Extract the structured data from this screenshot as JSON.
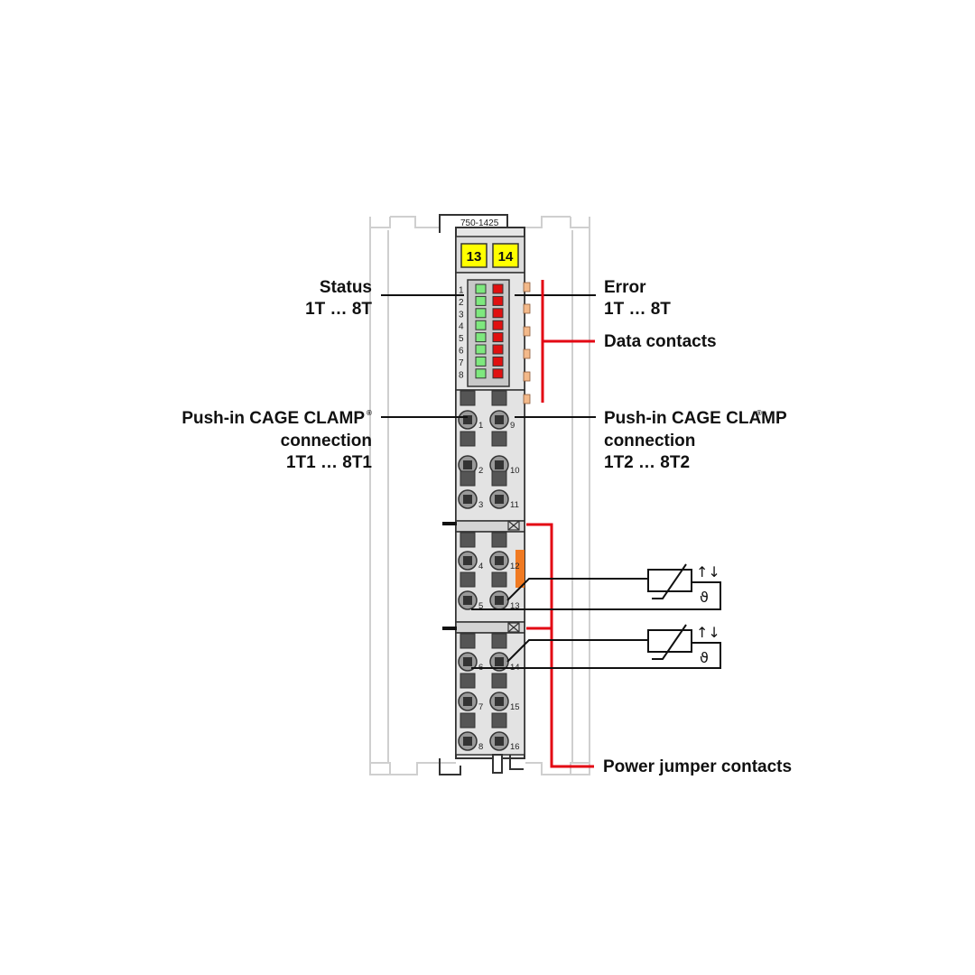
{
  "module": {
    "model": "750-1425",
    "markers": [
      "13",
      "14"
    ]
  },
  "leds": {
    "numbers": [
      "1",
      "2",
      "3",
      "4",
      "5",
      "6",
      "7",
      "8"
    ],
    "status_color": "#7ee87e",
    "error_color": "#e01010"
  },
  "terminals": {
    "left": [
      "1",
      "2",
      "3",
      "4",
      "5",
      "6",
      "7",
      "8"
    ],
    "right": [
      "9",
      "10",
      "11",
      "12",
      "13",
      "14",
      "15",
      "16"
    ]
  },
  "callouts": {
    "status": {
      "line1": "Status",
      "line2": "1T … 8T"
    },
    "error": {
      "line1": "Error",
      "line2": "1T … 8T"
    },
    "data_contacts": "Data contacts",
    "push_in_left": {
      "line1": "Push-in CAGE CLAMP",
      "line2": "connection",
      "line3": "1T1 … 8T1"
    },
    "push_in_right": {
      "line1": "Push-in CAGE CLAMP",
      "line2": "connection",
      "line3": "1T2 … 8T2"
    },
    "registered": "®",
    "power_jumper": "Power jumper contacts"
  },
  "symbols": {
    "arrows": "↑↓",
    "theta": "ϑ"
  },
  "colors": {
    "callout_red": "#e30613",
    "housing": "#e6e6e6",
    "rail_outline": "#cfcfcf",
    "marker_yellow": "#ffff00",
    "data_contact": "#f3b98a",
    "jumper_orange": "#f07a22"
  }
}
